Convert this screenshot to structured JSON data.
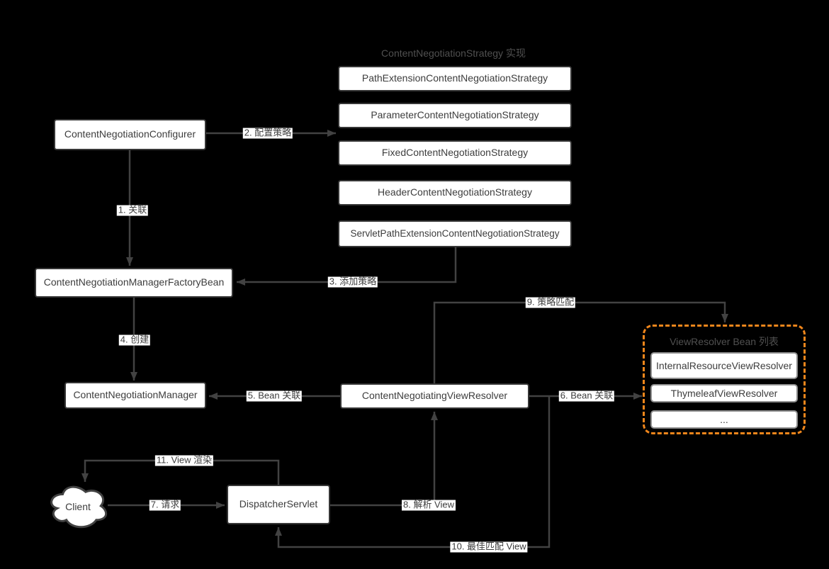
{
  "diagram": {
    "background_color": "#000000",
    "line_color": "#424242",
    "box_fill_color": "#ffffff",
    "box_border_color": "#363636",
    "accent_orange": "#f0861b",
    "muted_title_color": "#505050"
  },
  "groups": {
    "strategy_title": "ContentNegotiationStrategy 实现",
    "viewresolver_title": "ViewResolver Bean 列表"
  },
  "nodes": {
    "configurer": "ContentNegotiationConfigurer",
    "factory_bean": "ContentNegotiationManagerFactoryBean",
    "manager": "ContentNegotiationManager",
    "negotiating_view_resolver": "ContentNegotiatingViewResolver",
    "dispatcher": "DispatcherServlet",
    "client": "Client",
    "strategies": [
      "PathExtensionContentNegotiationStrategy",
      "ParameterContentNegotiationStrategy",
      "FixedContentNegotiationStrategy",
      "HeaderContentNegotiationStrategy",
      "ServletPathExtensionContentNegotiationStrategy"
    ],
    "view_resolvers": [
      "InternalResourceViewResolver",
      "ThymeleafViewResolver",
      "..."
    ]
  },
  "edge_labels": {
    "e1": "1. 关联",
    "e2": "2. 配置策略",
    "e3": "3. 添加策略",
    "e4": "4. 创建",
    "e5": "5. Bean 关联",
    "e6": "6. Bean 关联",
    "e7": "7. 请求",
    "e8": "8. 解析 View",
    "e9": "9. 策略匹配",
    "e10": "10. 最佳匹配 View",
    "e11": "11. View 渲染"
  }
}
